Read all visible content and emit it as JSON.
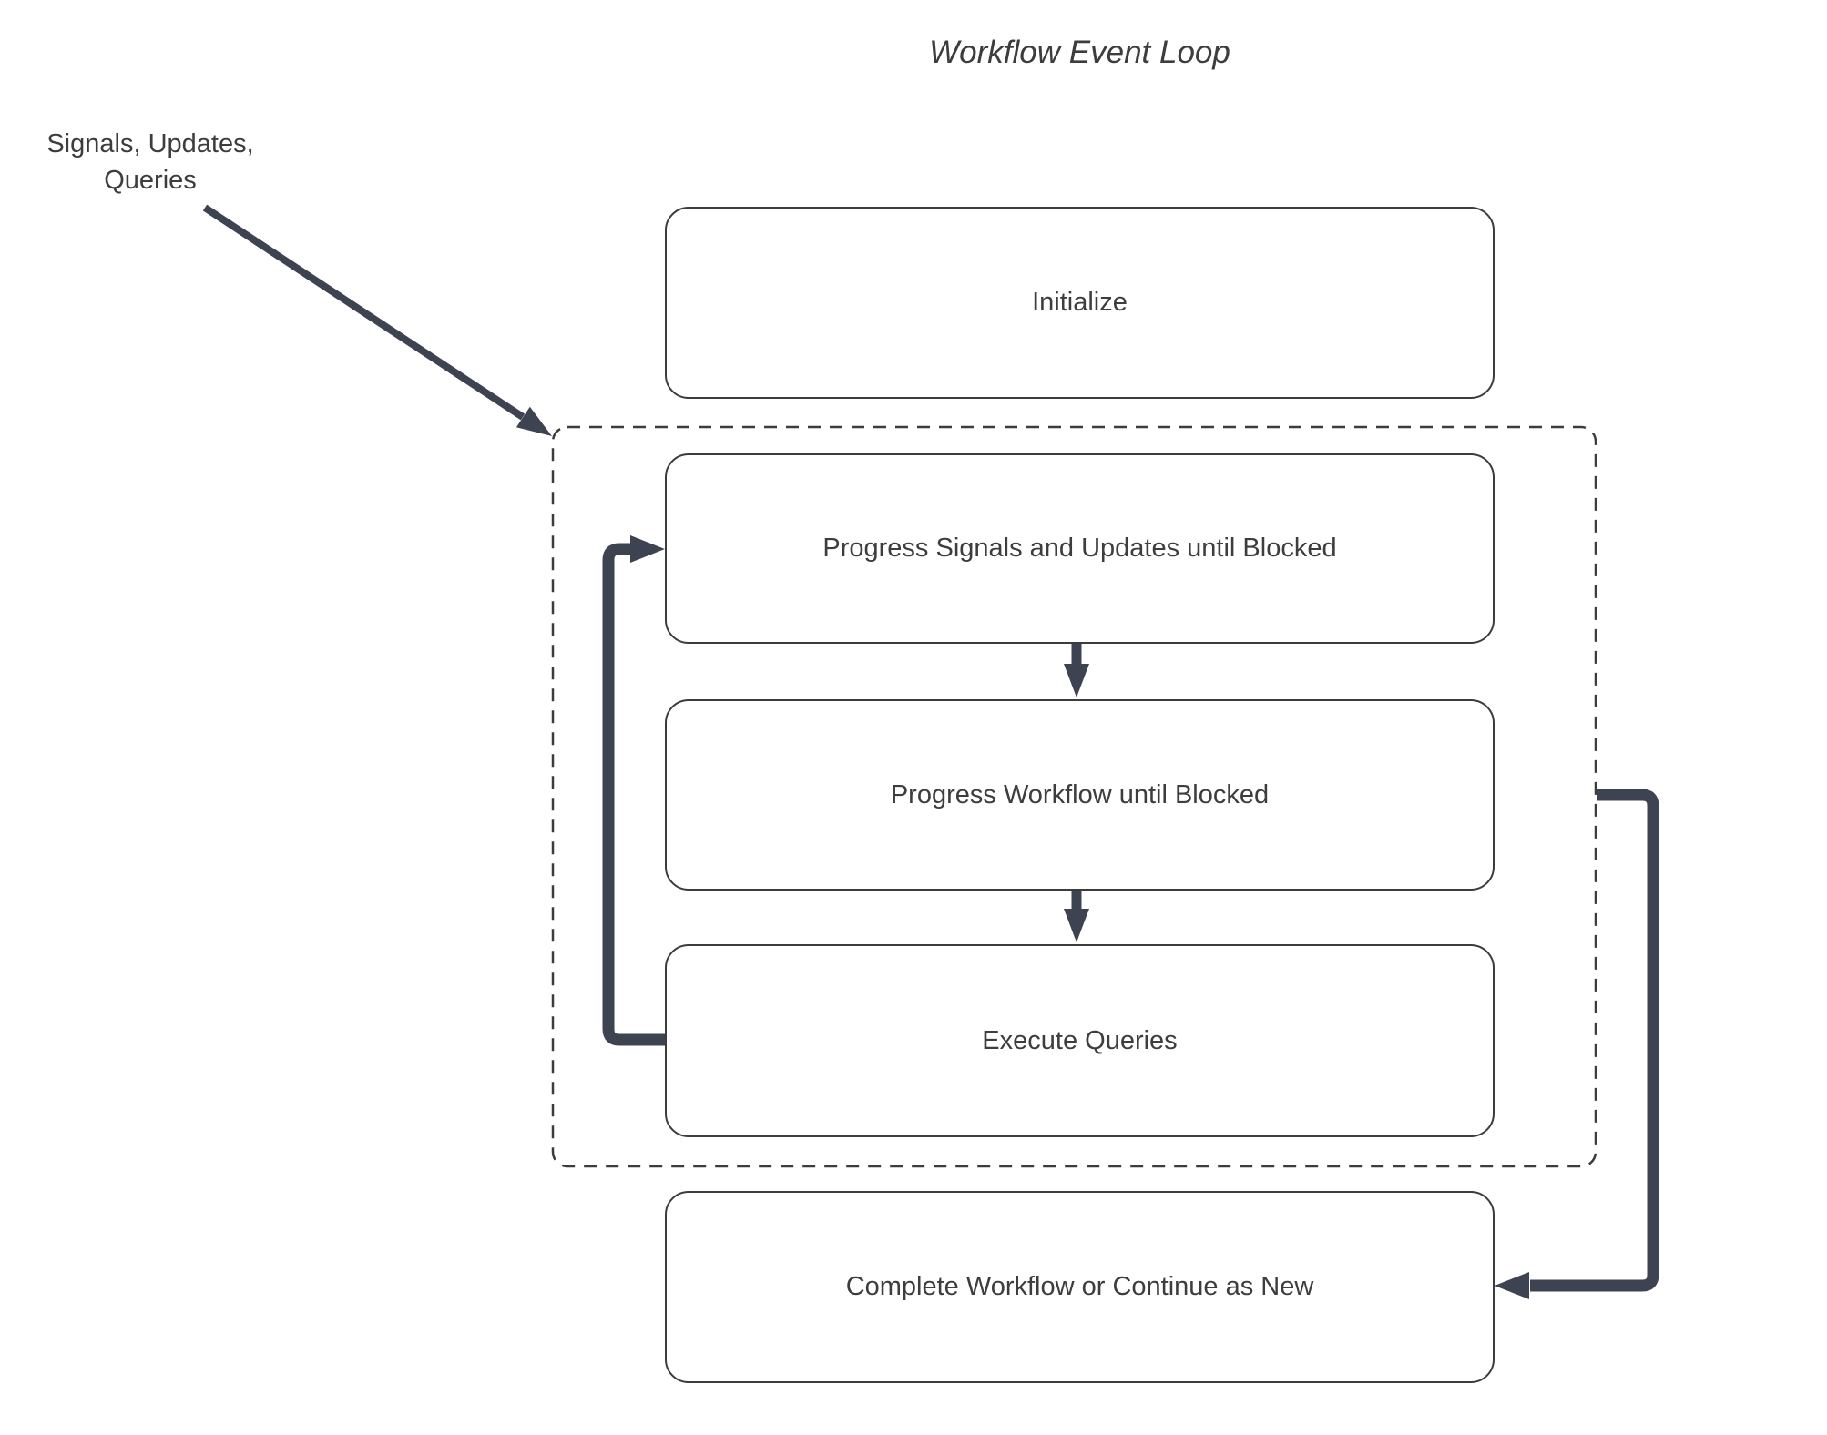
{
  "diagram": {
    "title": "Workflow Event Loop",
    "external_input_label": "Signals, Updates,\nQueries",
    "nodes": {
      "initialize": "Initialize",
      "progress_signals": "Progress Signals and Updates until Blocked",
      "progress_workflow": "Progress Workflow until Blocked",
      "execute_queries": "Execute Queries",
      "complete_workflow": "Complete Workflow or Continue as New"
    },
    "connections": [
      {
        "from": "signals-updates-queries-label",
        "to": "event-loop-group",
        "style": "thin-arrow"
      },
      {
        "from": "progress_signals",
        "to": "progress_workflow",
        "style": "down-arrow"
      },
      {
        "from": "progress_workflow",
        "to": "execute_queries",
        "style": "down-arrow"
      },
      {
        "from": "execute_queries",
        "to": "progress_signals",
        "style": "thick-loop-left"
      },
      {
        "from": "event-loop-group",
        "to": "complete_workflow",
        "style": "thick-loop-right"
      }
    ],
    "colors": {
      "arrow": "#3d4350",
      "border": "#3c3c3c",
      "text": "#3d3d3d",
      "background": "#ffffff"
    }
  }
}
